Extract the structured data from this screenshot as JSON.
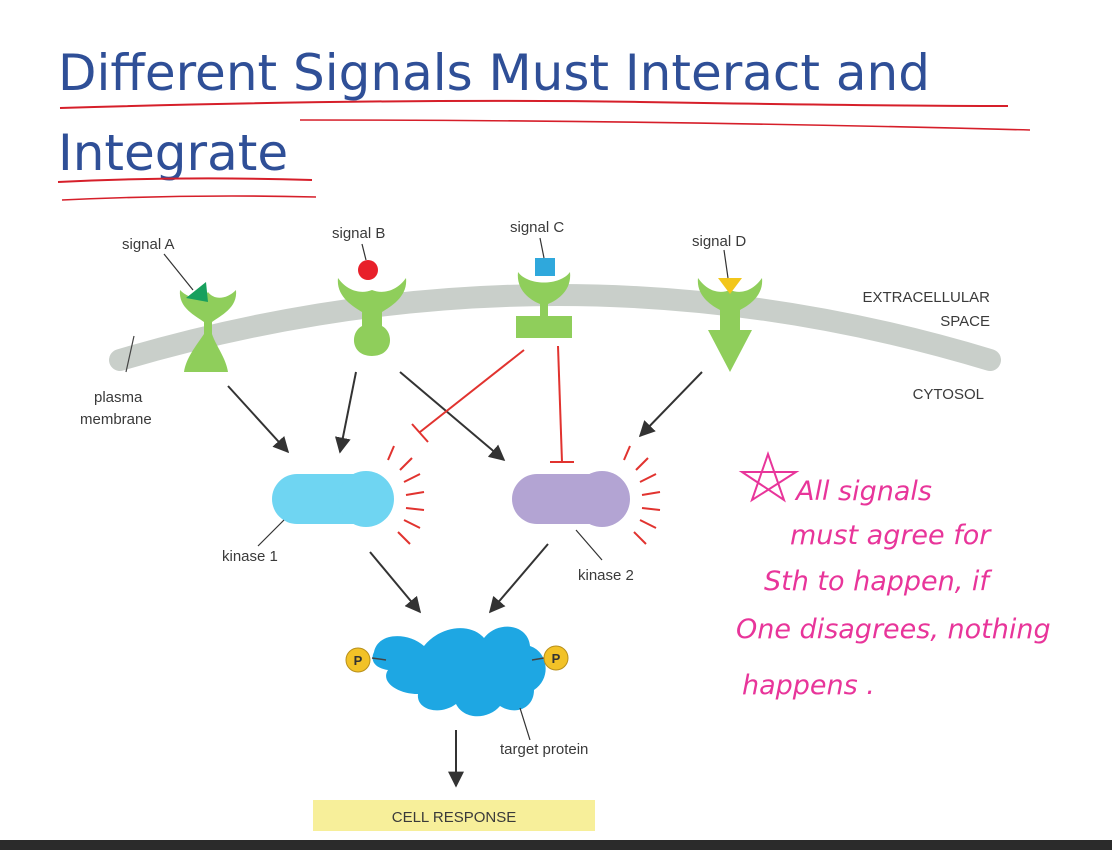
{
  "slide": {
    "title_line1": "Different Signals Must Interact and",
    "title_line2": "Integrate"
  },
  "diagram": {
    "signals": [
      "signal A",
      "signal B",
      "signal C",
      "signal D"
    ],
    "extracellular": [
      "EXTRACELLULAR",
      "SPACE"
    ],
    "cytosol": "CYTOSOL",
    "membrane": [
      "plasma",
      "membrane"
    ],
    "kinase1": "kinase 1",
    "kinase2": "kinase 2",
    "phosphate": "P",
    "target_protein": "target protein",
    "cell_response": "CELL RESPONSE"
  },
  "annotation": {
    "lines": [
      "All signals",
      "must agree for",
      "Sth to happen, if",
      "One disagrees, nothing",
      "happens ."
    ]
  },
  "colors": {
    "title": "#2f4f97",
    "underline": "#d61f2a",
    "receptor": "#8fce5b",
    "membrane": "#c9cfca",
    "kinase1": "#6fd5f2",
    "kinase2": "#b3a4d3",
    "target": "#1ea7e3",
    "inhibition": "#e1332f",
    "handwriting": "#e8359a",
    "response_box": "#f7ef9a"
  }
}
